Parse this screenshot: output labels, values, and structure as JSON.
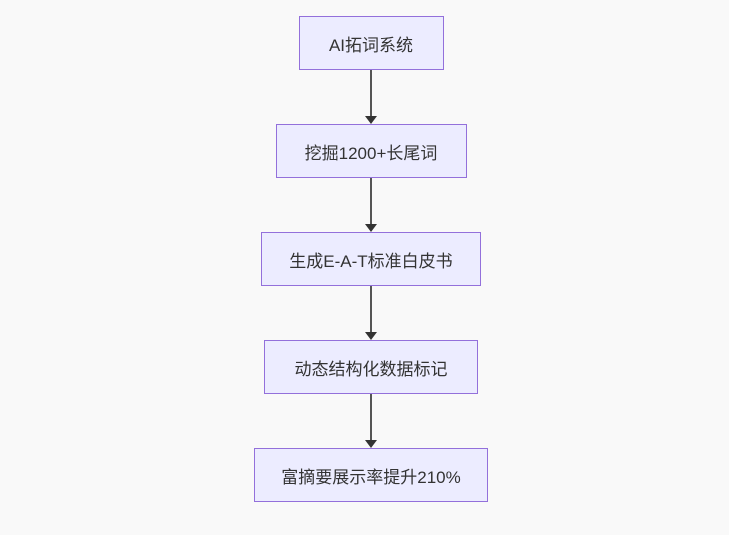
{
  "diagram": {
    "type": "flowchart-vertical",
    "nodes": [
      {
        "label": "AI拓词系统"
      },
      {
        "label": "挖掘1200+长尾词"
      },
      {
        "label": "生成E-A-T标准白皮书"
      },
      {
        "label": "动态结构化数据标记"
      },
      {
        "label": "富摘要展示率提升210%"
      }
    ],
    "edges": [
      {
        "from": 0,
        "to": 1
      },
      {
        "from": 1,
        "to": 2
      },
      {
        "from": 2,
        "to": 3
      },
      {
        "from": 3,
        "to": 4
      }
    ],
    "colors": {
      "background": "#f9f9f9",
      "node_fill": "#ececff",
      "node_border": "#9370db",
      "text": "#333333",
      "arrow_line": "#555555",
      "arrow_head": "#333333"
    }
  }
}
